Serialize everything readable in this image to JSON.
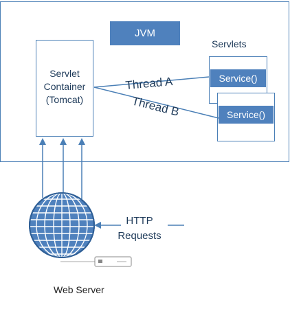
{
  "diagram": {
    "jvm_label": "JVM",
    "container_line1": "Servlet",
    "container_line2": "Container",
    "container_line3": "(Tomcat)",
    "servlets_title": "Servlets",
    "service_a": "Service()",
    "service_b": "Service()",
    "thread_a": "Thread A",
    "thread_b": "Thread B",
    "http_line1": "HTTP",
    "http_line2": "Requests",
    "web_server": "Web Server",
    "colors": {
      "accent": "#4f81bd",
      "line": "#4a7fb6",
      "text": "#1f3b5a"
    },
    "icons": [
      "globe-icon",
      "server-icon",
      "up-arrow-icon",
      "left-arrow-icon"
    ]
  }
}
